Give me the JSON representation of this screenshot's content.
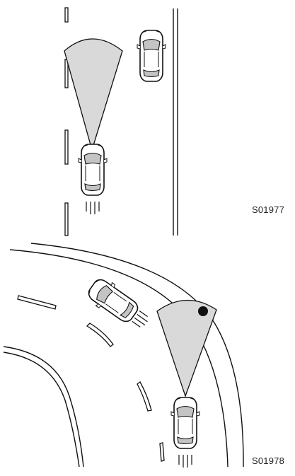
{
  "figures": [
    {
      "code": "S01977",
      "scene": "straight-road",
      "vehicles": [
        "own-vehicle",
        "car-ahead-adjacent-lane"
      ],
      "detection_zone": true
    },
    {
      "code": "S01978",
      "scene": "curved-road",
      "vehicles": [
        "own-vehicle",
        "car-on-curve"
      ],
      "detection_zone": true,
      "detected_object_marker": true
    }
  ],
  "colors": {
    "line": "#111111",
    "zone_fill": "#d9d9d9",
    "car_fill": "#ffffff",
    "glass_fill": "#bfbfbf",
    "marker": "#111111"
  }
}
